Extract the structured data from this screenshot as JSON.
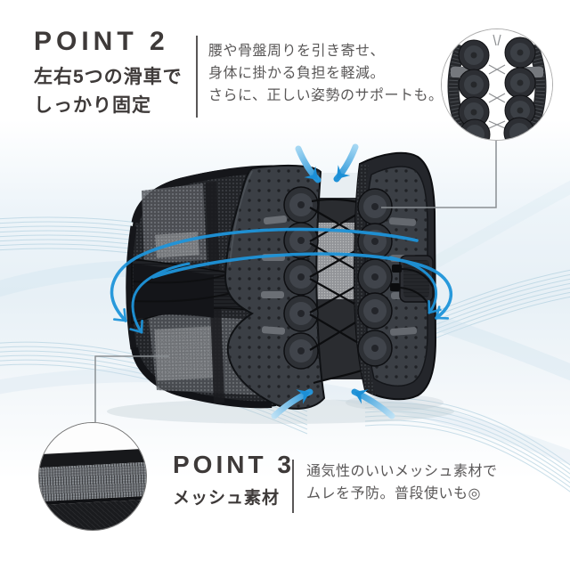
{
  "colors": {
    "heading_text": "#3e3a39",
    "body_text": "#595757",
    "accent_blue": "#1e94da",
    "wave_blue": "#aecede",
    "leader_line": "#8a8f93"
  },
  "point2": {
    "heading": "POINT 2",
    "subheading_lines": [
      "左右5つの滑車で",
      "しっかり固定"
    ],
    "description_lines": [
      "腰や骨盤周りを引き寄せ、",
      "身体に掛かる負担を軽減。",
      "さらに、正しい姿勢のサポートも。"
    ]
  },
  "point3": {
    "heading": "POINT 3",
    "subheading": "メッシュ素材",
    "description_lines": [
      "通気性のいいメッシュ素材で",
      "ムレを予防。普段使いも◎"
    ]
  }
}
